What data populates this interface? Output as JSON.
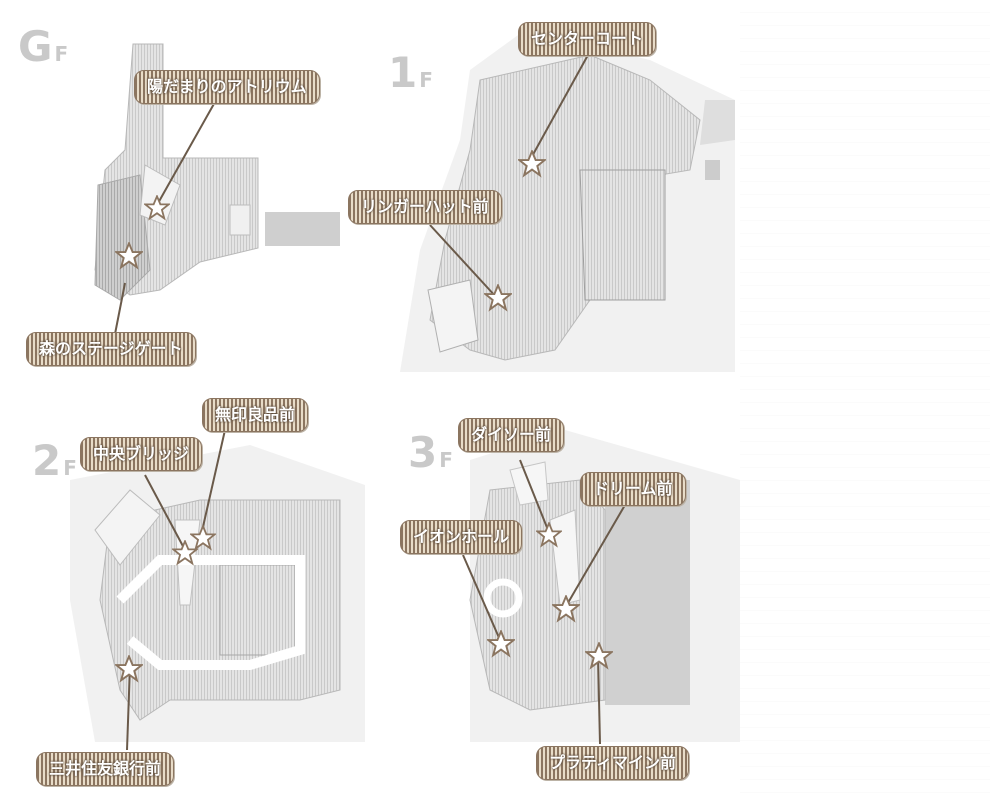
{
  "floors": [
    {
      "id": "GF",
      "number": "G",
      "suffix": "F",
      "spots": [
        {
          "id": "hidamari",
          "label": "陽だまりのアトリウム"
        },
        {
          "id": "mori",
          "label": "森のステージゲート"
        }
      ]
    },
    {
      "id": "1F",
      "number": "1",
      "suffix": "F",
      "spots": [
        {
          "id": "center",
          "label": "センターコート"
        },
        {
          "id": "ringer",
          "label": "リンガーハット前"
        }
      ]
    },
    {
      "id": "2F",
      "number": "2",
      "suffix": "F",
      "spots": [
        {
          "id": "muji",
          "label": "無印良品前"
        },
        {
          "id": "bridge",
          "label": "中央ブリッジ"
        },
        {
          "id": "mitsui",
          "label": "三井住友銀行前"
        }
      ]
    },
    {
      "id": "3F",
      "number": "3",
      "suffix": "F",
      "spots": [
        {
          "id": "daiso",
          "label": "ダイソー前"
        },
        {
          "id": "dream",
          "label": "ドリーム前"
        },
        {
          "id": "aeonhall",
          "label": "イオンホール"
        },
        {
          "id": "platymine",
          "label": "プラティマイン前"
        }
      ]
    }
  ],
  "colors": {
    "tag_dark": "#8b7560",
    "tag_light": "#e8dcc8",
    "floor_label": "#c9c9c9",
    "map_fill": "#ededed",
    "map_line": "#b8b8b8",
    "store_block": "#d4d4d4",
    "dark_block": "#c2c2c2"
  },
  "marker_icon": "star-icon"
}
